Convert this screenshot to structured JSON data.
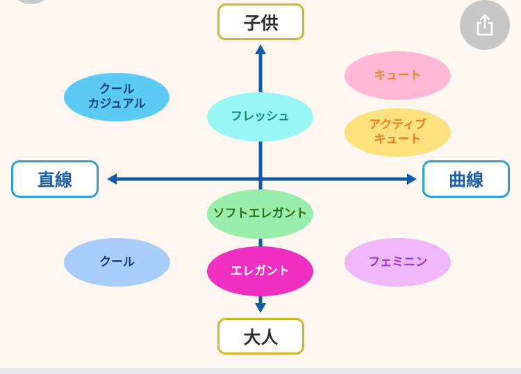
{
  "axes": {
    "top_label": "子供",
    "bottom_label": "大人",
    "left_label": "直線",
    "right_label": "曲線"
  },
  "styles": {
    "cool_casual": {
      "label": "クール\nカジュアル",
      "color": "#5bcbf5",
      "text_color": "#0b3d80"
    },
    "fresh": {
      "label": "フレッシュ",
      "color": "#97f7f5",
      "text_color": "#16856f"
    },
    "cute": {
      "label": "キュート",
      "color": "#ffb8d6",
      "text_color": "#f08a2a"
    },
    "active_cute": {
      "label": "アクティブ\nキュート",
      "color": "#ffe27e",
      "text_color": "#ee7b1f"
    },
    "soft_elegant": {
      "label": "ソフトエレガント",
      "color": "#98eeaa",
      "text_color": "#2a6b1e"
    },
    "cool": {
      "label": "クール",
      "color": "#a9cefa",
      "text_color": "#0b3d80"
    },
    "elegant": {
      "label": "エレガント",
      "color": "#ee2fc2",
      "text_color": "#ffffff"
    },
    "feminine": {
      "label": "フェミニン",
      "color": "#efb8fa",
      "text_color": "#9b2fd0"
    }
  },
  "colors": {
    "axis_line": "#0f5aa8",
    "top_bottom_border": "#d4b22a",
    "left_right_border": "#2e9ed6",
    "background": "#fdf6f1"
  },
  "share_button": {
    "icon": "share-icon"
  }
}
